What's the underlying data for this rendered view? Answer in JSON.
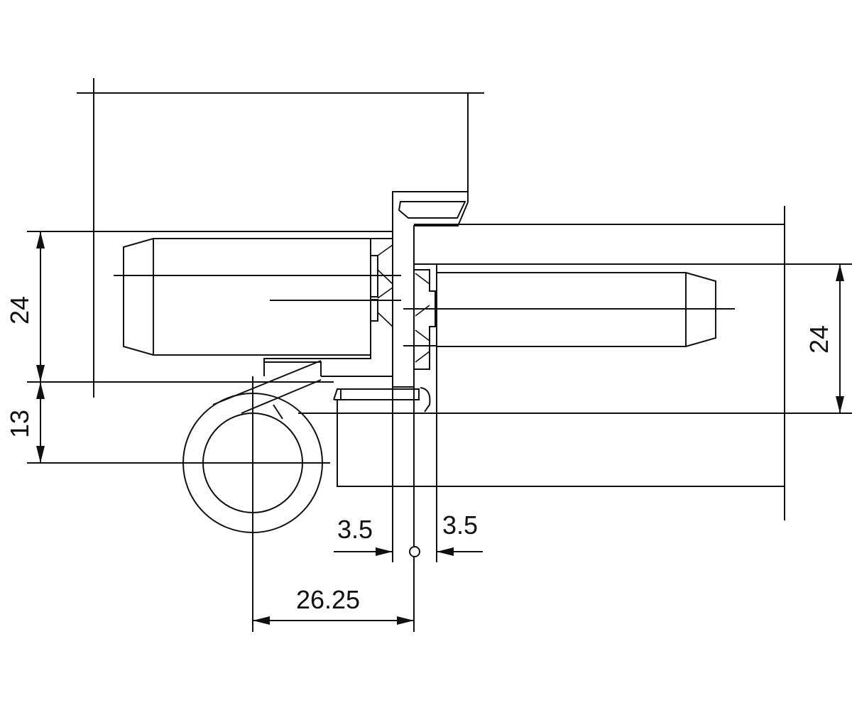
{
  "colors": {
    "line": "#111111",
    "background": "#ffffff"
  },
  "dimensions": {
    "left_height": "24",
    "bottom_offset": "13",
    "left_gap": "3.5",
    "right_gap": "3.5",
    "axis_distance": "26.25",
    "right_height": "24"
  }
}
